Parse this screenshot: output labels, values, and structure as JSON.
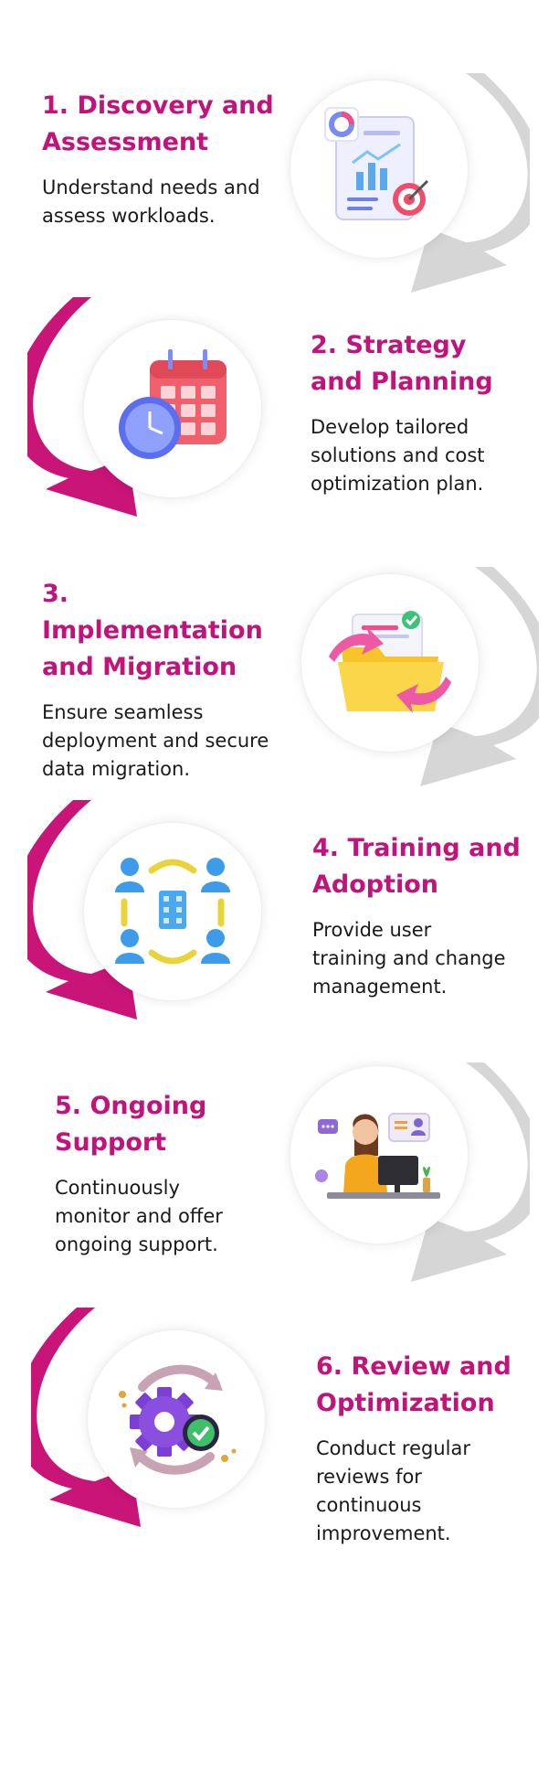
{
  "colors": {
    "accent": "#c2137a",
    "arrow_gray": "#d6d6d6",
    "text": "#1a1a1a"
  },
  "steps": [
    {
      "title_line1": "1. Discovery and",
      "title_line2": "Assessment",
      "desc_line1": "Understand needs and",
      "desc_line2": "assess workloads.",
      "desc_line3": "",
      "icon": "report-target-icon",
      "arrow": "gray"
    },
    {
      "title_line1": "2. Strategy",
      "title_line2": "and Planning",
      "desc_line1": "Develop tailored",
      "desc_line2": "solutions and cost",
      "desc_line3": "optimization plan.",
      "icon": "calendar-clock-icon",
      "arrow": "magenta"
    },
    {
      "title_line1": "3. Implementation",
      "title_line2": "and Migration",
      "desc_line1": "Ensure seamless",
      "desc_line2": "deployment and secure",
      "desc_line3": "data migration.",
      "icon": "folder-migration-icon",
      "arrow": "gray"
    },
    {
      "title_line1": "4. Training and",
      "title_line2": "Adoption",
      "desc_line1": "Provide user",
      "desc_line2": "training and change",
      "desc_line3": "management.",
      "icon": "team-building-icon",
      "arrow": "magenta"
    },
    {
      "title_line1": "5. Ongoing",
      "title_line2": "Support",
      "desc_line1": "Continuously",
      "desc_line2": "monitor and offer",
      "desc_line3": "ongoing support.",
      "icon": "support-agent-icon",
      "arrow": "gray"
    },
    {
      "title_line1": "6. Review and",
      "title_line2": "Optimization",
      "desc_line1": "Conduct regular",
      "desc_line2": "reviews for",
      "desc_line3": "continuous",
      "desc_line4": "improvement.",
      "icon": "gear-check-icon",
      "arrow": "magenta"
    }
  ]
}
